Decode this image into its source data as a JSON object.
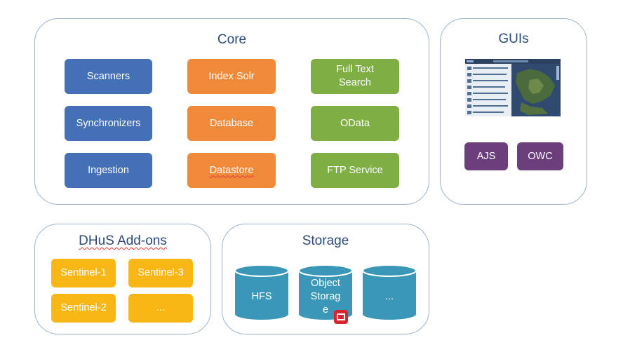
{
  "core": {
    "title": "Core",
    "col1": [
      "Scanners",
      "Synchronizers",
      "Ingestion"
    ],
    "col2": [
      "Index Solr",
      "Database",
      "Datastore"
    ],
    "col3_line1": "Full Text",
    "col3_line2": "Search",
    "col3_b": "OData",
    "col3_c": "FTP Service"
  },
  "guis": {
    "title": "GUIs",
    "buttons": [
      "AJS",
      "OWC"
    ]
  },
  "addons": {
    "title": "DHuS Add-ons",
    "items": [
      "Sentinel-1",
      "Sentinel-3",
      "Sentinel-2",
      "..."
    ]
  },
  "storage": {
    "title": "Storage",
    "cyl1": "HFS",
    "cyl2_line1": "Object",
    "cyl2_line2": "Storag",
    "cyl2_line3": "e",
    "cyl3": "..."
  },
  "colors": {
    "blue": "#4470b6",
    "orange": "#f08a3b",
    "green": "#7fae45",
    "yellow": "#f9b716",
    "purple": "#6a3f7c",
    "cylinder": "#3a97b7",
    "border": "#9bb3cf"
  },
  "icons": [
    "gui-screenshot-thumbnail",
    "openstack-logo-icon"
  ]
}
